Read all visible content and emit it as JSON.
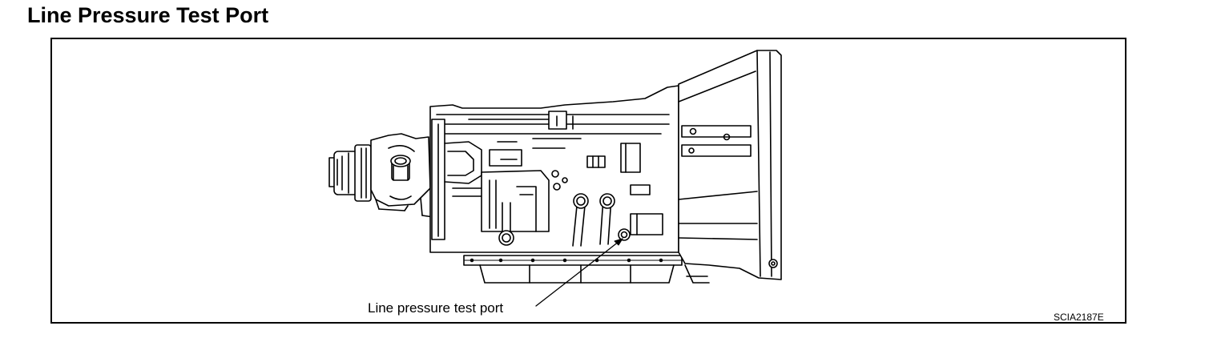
{
  "page": {
    "title": "Line Pressure Test Port"
  },
  "figure": {
    "callout_label": "Line pressure test port",
    "figure_code": "SCIA2187E",
    "subject_icon": "transmission-illustration-icon"
  }
}
